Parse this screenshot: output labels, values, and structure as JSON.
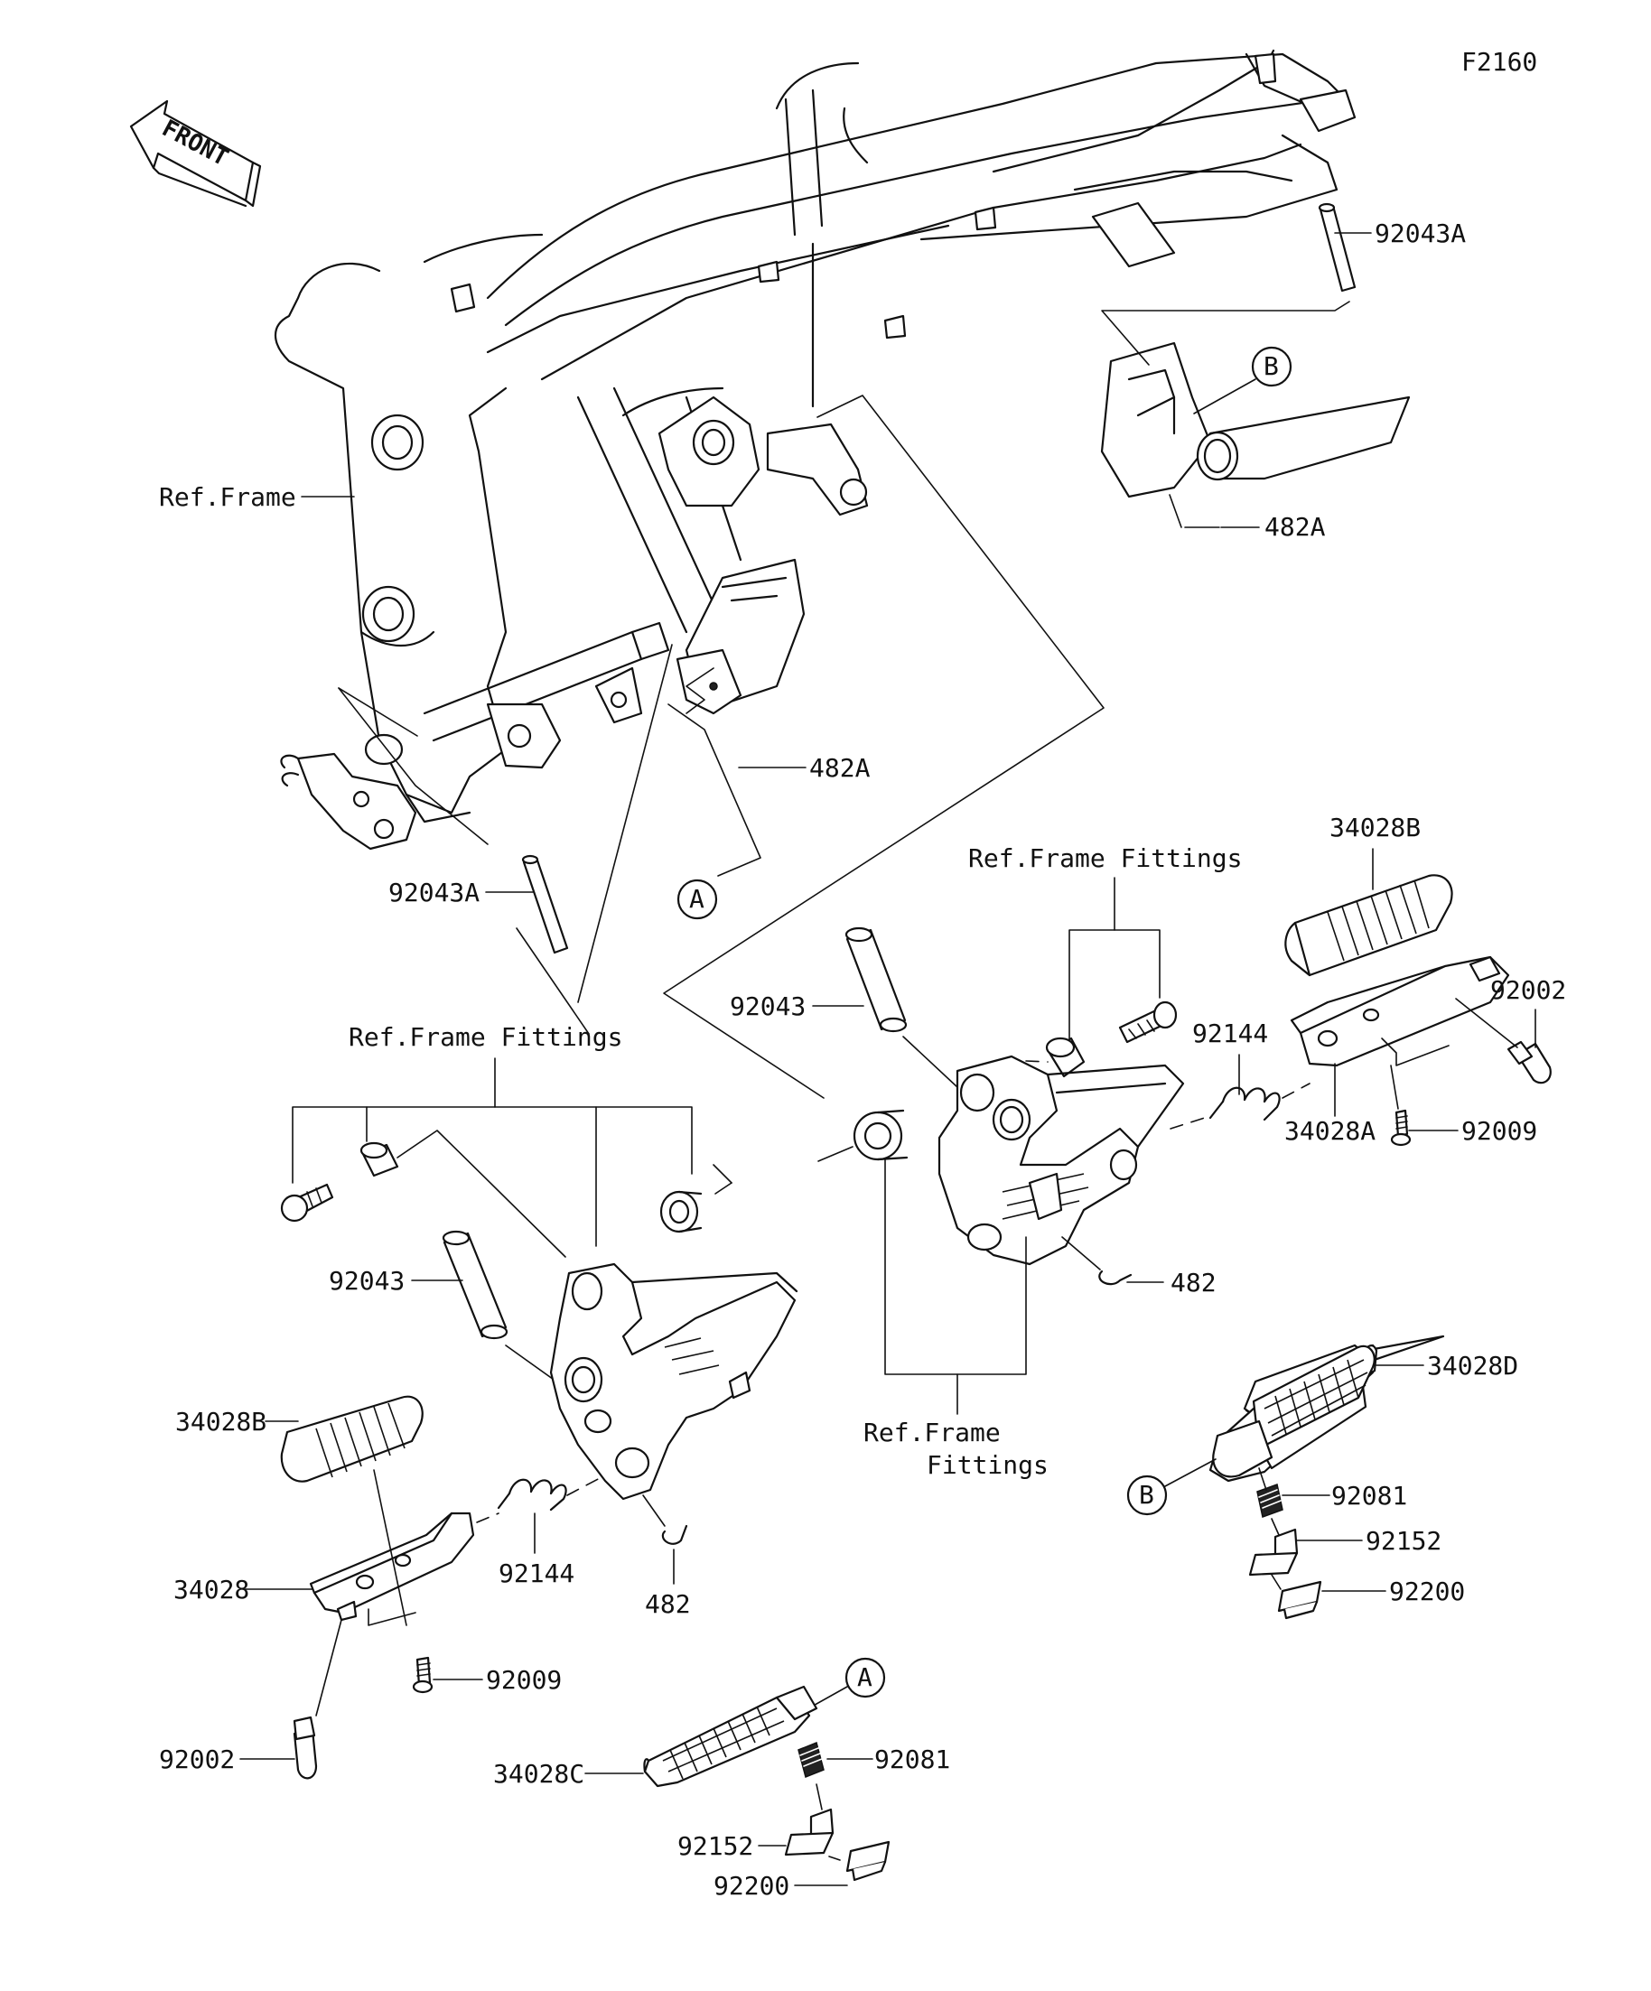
{
  "diagram_code": "F2160",
  "front_arrow": "FRONT",
  "labels": {
    "ref_frame": "Ref.Frame",
    "ref_frame_fittings_1": "Ref.Frame Fittings",
    "ref_frame_fittings_2": "Ref.Frame Fittings",
    "ref_frame_fittings_3_line1": "Ref.Frame",
    "ref_frame_fittings_3_line2": "Fittings",
    "p92043A_top": "92043A",
    "p482A_right": "482A",
    "p482A_mid": "482A",
    "p92043A_left": "92043A",
    "p92043_right": "92043",
    "p92043_left": "92043",
    "p92144_right": "92144",
    "p92144_left": "92144",
    "p34028B_right": "34028B",
    "p34028B_left": "34028B",
    "p92002_right": "92002",
    "p92002_left": "92002",
    "p34028A": "34028A",
    "p92009_right": "92009",
    "p92009_left": "92009",
    "p482_right": "482",
    "p482_left": "482",
    "p34028D": "34028D",
    "p92081_right": "92081",
    "p92081_left": "92081",
    "p92152_right": "92152",
    "p92152_left": "92152",
    "p92200_right": "92200",
    "p92200_left": "92200",
    "p34028": "34028",
    "p34028C": "34028C"
  },
  "callouts": {
    "A": "A",
    "B": "B"
  }
}
